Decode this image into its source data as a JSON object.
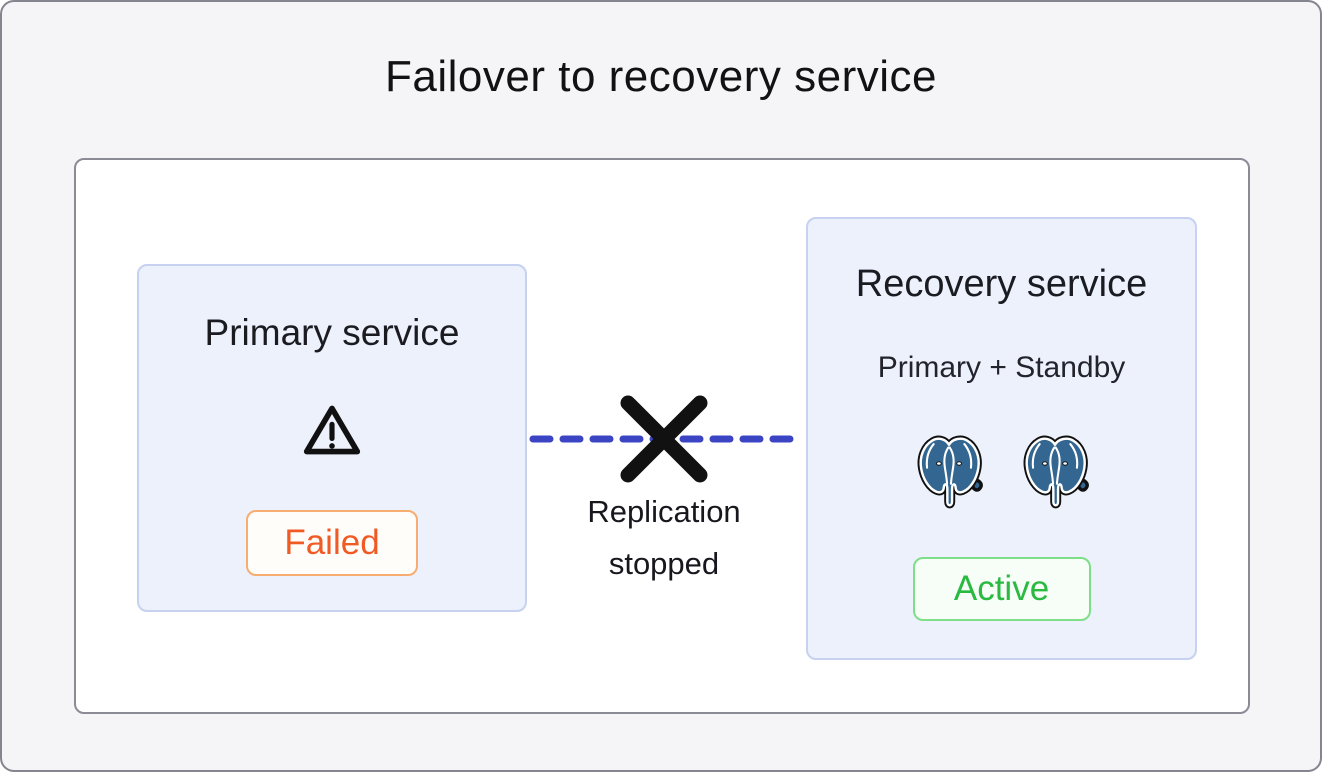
{
  "title": "Failover to recovery service",
  "diagram": {
    "primary": {
      "title": "Primary service",
      "status_label": "Failed",
      "icon": "warning-triangle-icon"
    },
    "link": {
      "label": "Replication stopped",
      "icon": "cross-icon",
      "style": "dashed"
    },
    "recovery": {
      "title": "Recovery service",
      "subtitle": "Primary + Standby",
      "status_label": "Active",
      "icons": [
        "postgresql-elephant-icon",
        "postgresql-elephant-icon"
      ]
    }
  },
  "colors": {
    "canvas_bg": "#f5f5f7",
    "canvas_border": "#85858f",
    "panel_bg": "#ffffff",
    "panel_border": "#8b8b95",
    "node_bg": "#edf1fc",
    "node_border": "#c7d1f0",
    "link_blue": "#3b45c4",
    "cross_black": "#111111",
    "failed_text": "#f05a25",
    "failed_border": "#f7ad71",
    "failed_bg": "#fffdf9",
    "active_text": "#2aba41",
    "active_border": "#7fdf88",
    "active_bg": "#f7fdf7",
    "postgres_blue": "#336791"
  }
}
